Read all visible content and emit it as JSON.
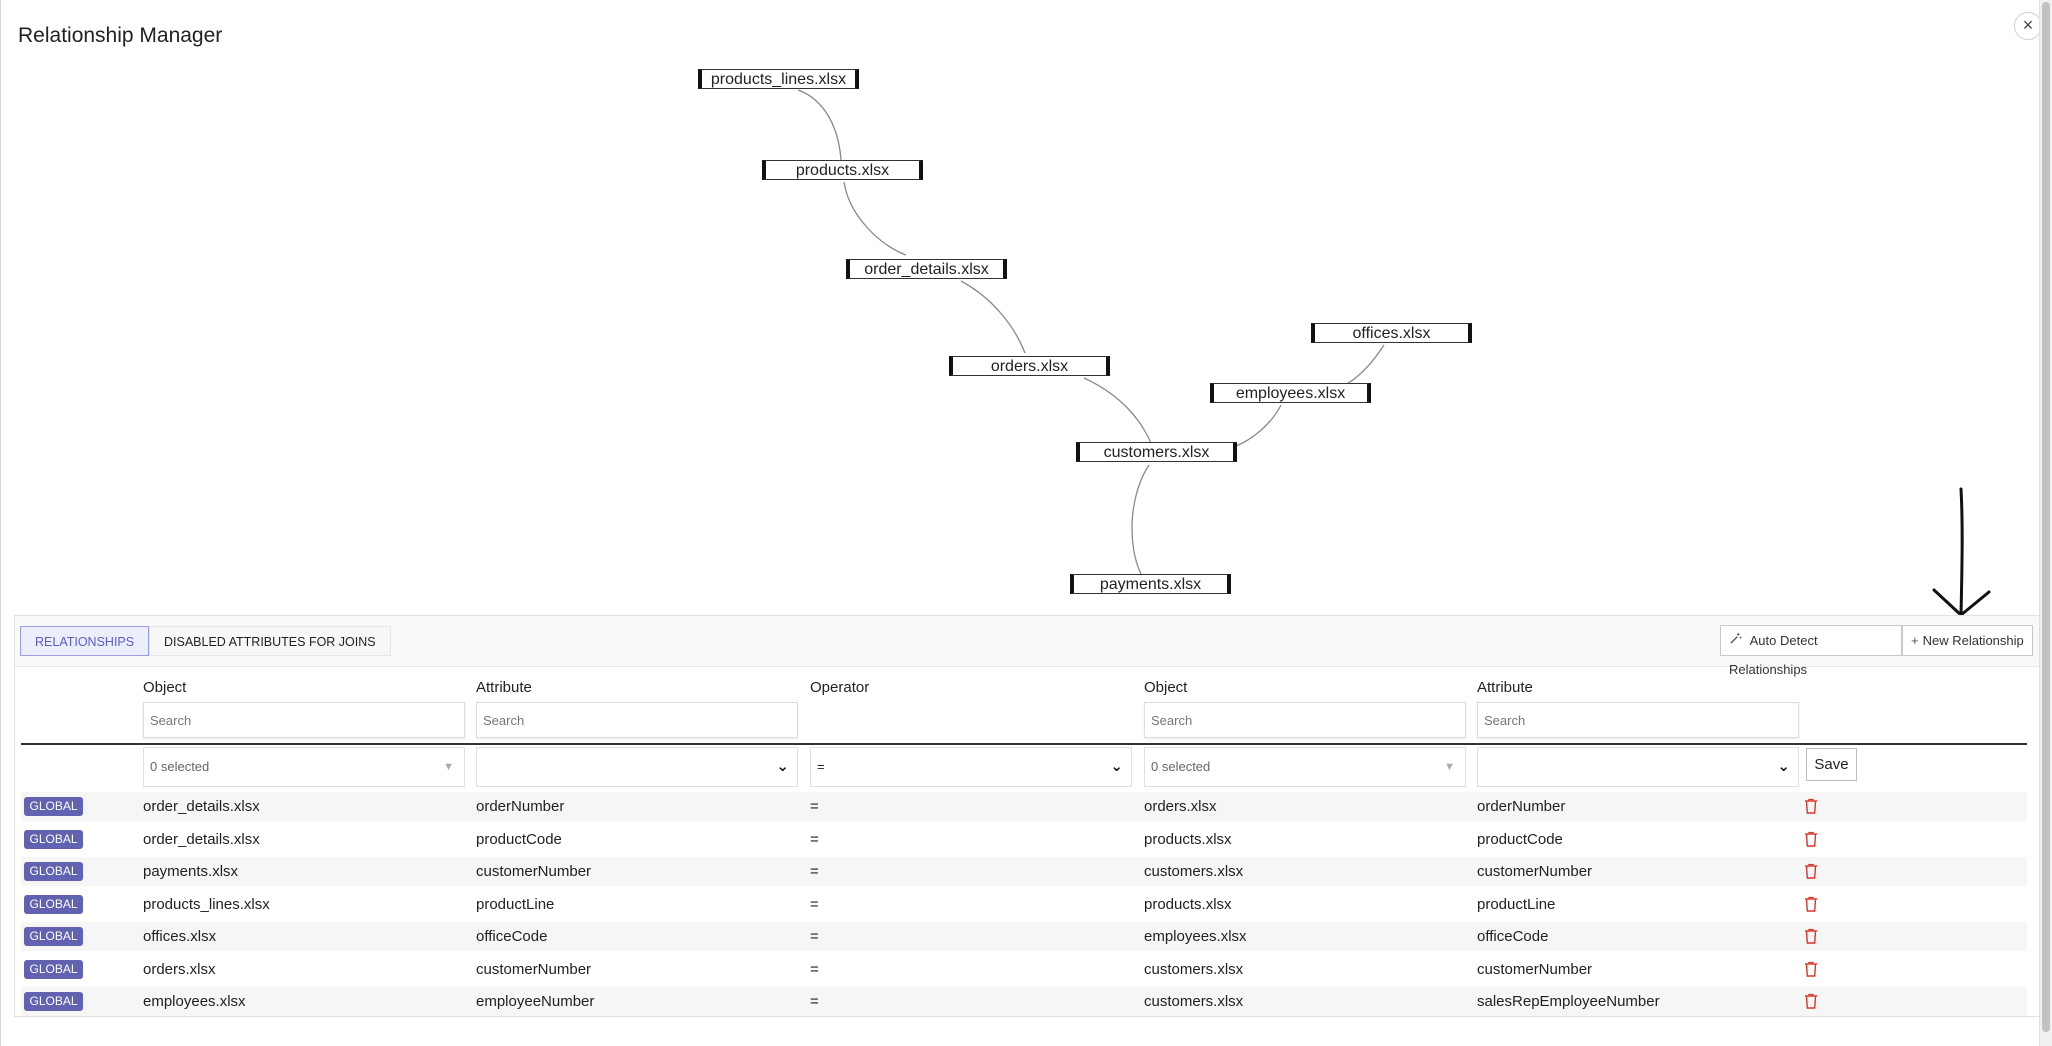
{
  "dialog": {
    "title": "Relationship Manager",
    "close_label": "×"
  },
  "graph": {
    "nodes": {
      "products_lines": "products_lines.xlsx",
      "products": "products.xlsx",
      "order_details": "order_details.xlsx",
      "orders": "orders.xlsx",
      "offices": "offices.xlsx",
      "employees": "employees.xlsx",
      "customers": "customers.xlsx",
      "payments": "payments.xlsx"
    }
  },
  "tabs": {
    "relationships": "RELATIONSHIPS",
    "disabled": "DISABLED ATTRIBUTES FOR JOINS"
  },
  "toolbar": {
    "auto_detect": "Auto Detect Relationships",
    "new_relationship": "New Relationship"
  },
  "table": {
    "headers": {
      "object1": "Object",
      "attribute1": "Attribute",
      "operator": "Operator",
      "object2": "Object",
      "attribute2": "Attribute"
    },
    "search_placeholder": "Search",
    "new_row": {
      "object1": "0 selected",
      "attribute1": "",
      "operator": "=",
      "object2": "0 selected",
      "attribute2": "",
      "save_label": "Save"
    },
    "badge": "GLOBAL",
    "rows": [
      {
        "object1": "order_details.xlsx",
        "attribute1": "orderNumber",
        "operator": "=",
        "object2": "orders.xlsx",
        "attribute2": "orderNumber"
      },
      {
        "object1": "order_details.xlsx",
        "attribute1": "productCode",
        "operator": "=",
        "object2": "products.xlsx",
        "attribute2": "productCode"
      },
      {
        "object1": "payments.xlsx",
        "attribute1": "customerNumber",
        "operator": "=",
        "object2": "customers.xlsx",
        "attribute2": "customerNumber"
      },
      {
        "object1": "products_lines.xlsx",
        "attribute1": "productLine",
        "operator": "=",
        "object2": "products.xlsx",
        "attribute2": "productLine"
      },
      {
        "object1": "offices.xlsx",
        "attribute1": "officeCode",
        "operator": "=",
        "object2": "employees.xlsx",
        "attribute2": "officeCode"
      },
      {
        "object1": "orders.xlsx",
        "attribute1": "customerNumber",
        "operator": "=",
        "object2": "customers.xlsx",
        "attribute2": "customerNumber"
      },
      {
        "object1": "employees.xlsx",
        "attribute1": "employeeNumber",
        "operator": "=",
        "object2": "customers.xlsx",
        "attribute2": "salesRepEmployeeNumber"
      }
    ]
  },
  "colors": {
    "badge": "#6163b0",
    "active_tab": "#5a5fc0",
    "delete": "#d9342b"
  },
  "icons": {
    "close": "close-icon",
    "auto_detect": "magic-wand-icon",
    "new": "plus-icon",
    "delete": "trash-icon",
    "annotation": "arrow-down-annotation"
  }
}
